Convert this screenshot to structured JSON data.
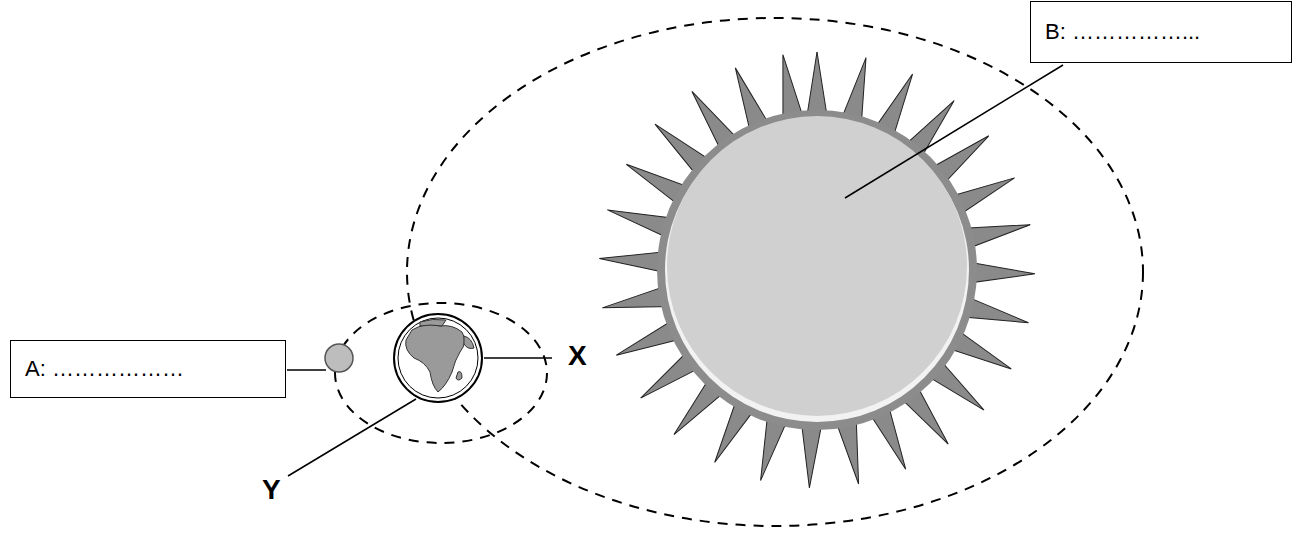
{
  "diagram": {
    "nodes": [
      {
        "text": [
          "A: ………………"
        ]
      },
      {
        "text": [
          "B: ……………..."
        ]
      }
    ],
    "labels": [
      "X",
      "Y"
    ]
  }
}
